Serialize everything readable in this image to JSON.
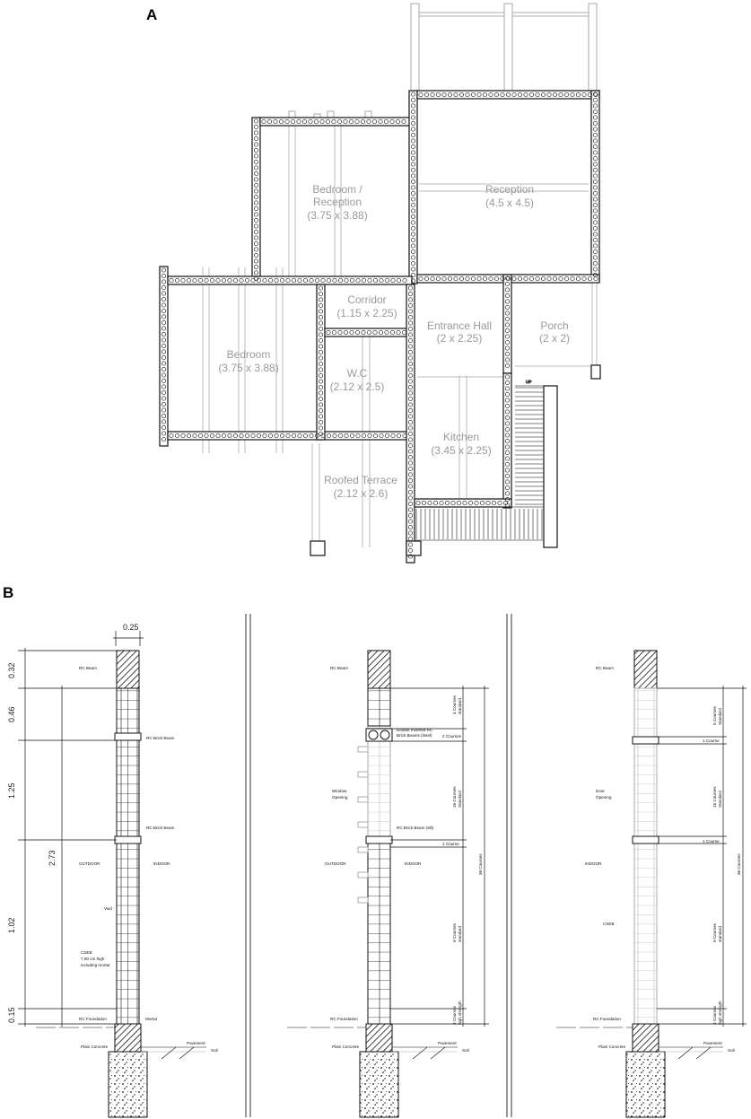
{
  "panels": {
    "a": "A",
    "b": "B"
  },
  "rooms": [
    {
      "name": "Bedroom /",
      "name2": "Reception",
      "dims": "(3.75 x 3.88)"
    },
    {
      "name": "Reception",
      "dims": "(4.5 x 4.5)"
    },
    {
      "name": "Corridor",
      "dims": "(1.15 x 2.25)"
    },
    {
      "name": "Entrance Hall",
      "dims": "(2 x 2.25)"
    },
    {
      "name": "Porch",
      "dims": "(2 x 2)"
    },
    {
      "name": "Bedroom",
      "dims": "(3.75 x 3.88)"
    },
    {
      "name": "W.C",
      "dims": "(2.12 x 2.5)"
    },
    {
      "name": "Kitchen",
      "dims": "(3.45 x 2.25)"
    },
    {
      "name": "Roofed Terrace",
      "dims": "(2.12 x 2.6)"
    }
  ],
  "stair_label": "UP",
  "section1": {
    "width_dim": "0.25",
    "dims_left": [
      "0.32",
      "0.46",
      "1.25",
      "1.02",
      "0.15"
    ],
    "total_dim": "2.73",
    "outdoor": "OUTDOOR",
    "indoor": "INDOOR",
    "rc_beam": "RC Beam",
    "rc_brick_beam_top": "RC Brick Beam",
    "rc_brick_beam_mid": "RC Brick Beam",
    "void": "Void",
    "csfb_1": "CSEB",
    "csfb_2": "7.50 cm high",
    "csfb_3": "including mortar",
    "rc_foundation": "RC Foundation",
    "mortar": "Mortar",
    "pavement": "Pavement",
    "soil": "Soil",
    "plain_concrete": "Plain Concrete"
  },
  "section2": {
    "rc_beam": "RC Beam",
    "lintel_1": "Double Inverted RC",
    "lintel_2": "Brick Beams (lintel)",
    "window_1": "Window",
    "window_2": "Opening",
    "outdoor": "OUTDOOR",
    "indoor": "INDOOR",
    "sill": "RC Brick Beam (sill)",
    "rc_foundation": "RC Foundation",
    "pavement": "Pavement",
    "soil": "Soil",
    "plain_concrete": "Plain Concrete",
    "c_4": "4 Courses",
    "c_4s": "standard",
    "c_2": "2 Courses",
    "c_16": "16 Courses",
    "c_16s": "Standard",
    "c_36": "36 Courses",
    "c_1": "1 Course",
    "c_9": "9 Courses",
    "c_9s": "standard",
    "c_3": "3 Courses",
    "c_3s": "high strength"
  },
  "section3": {
    "rc_beam": "RC Beam",
    "door_1": "Door",
    "door_2": "Opening",
    "indoor": "INDOOR",
    "csfb": "CSEB",
    "rc_foundation": "RC Foundation",
    "pavement": "Pavement",
    "soil": "Soil",
    "plain_concrete": "Plain Concrete",
    "c_5": "5 Courses",
    "c_5s": "Standard",
    "c_1a": "1 Course",
    "c_16": "16 Courses",
    "c_16s": "Standard",
    "c_36": "36 Courses",
    "c_1b": "1 Course",
    "c_9": "9 Courses",
    "c_9s": "standard",
    "c_3": "3 Courses",
    "c_3s": "high strength"
  }
}
